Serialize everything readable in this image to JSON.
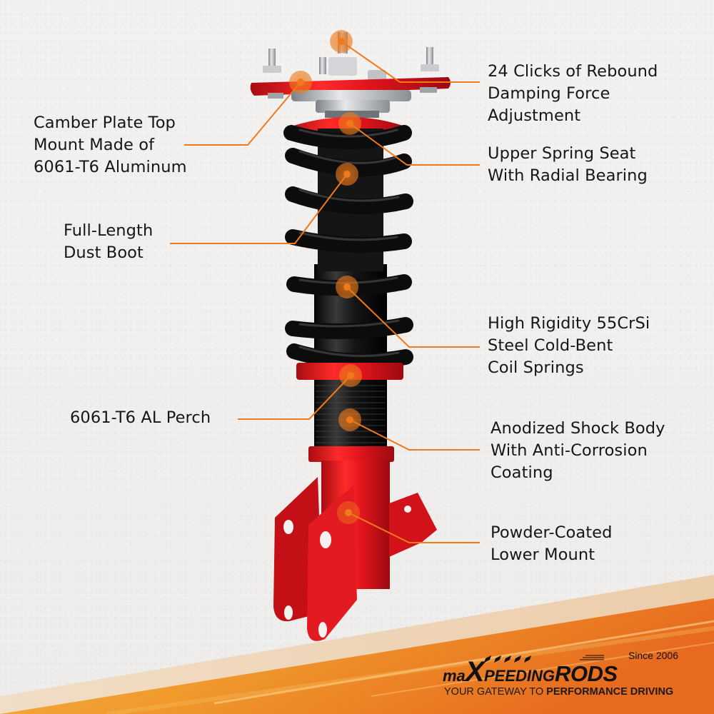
{
  "image": {
    "subject": "coilover suspension strut with labeled features",
    "background_color": "#f1f0ee",
    "accent_color": "#ee7a1c",
    "product_colors": {
      "red": "#e0141c",
      "black": "#111111",
      "silver": "#b9bbbf"
    }
  },
  "callouts": [
    {
      "id": "rebound",
      "lines": [
        "24 Clicks of Rebound",
        "Damping Force",
        "Adjustment"
      ]
    },
    {
      "id": "camber-plate",
      "lines": [
        "Camber Plate Top",
        "Mount Made of",
        "6061-T6 Aluminum"
      ]
    },
    {
      "id": "spring-seat",
      "lines": [
        "Upper Spring Seat",
        "With Radial Bearing"
      ]
    },
    {
      "id": "dust-boot",
      "lines": [
        "Full-Length",
        "Dust Boot"
      ]
    },
    {
      "id": "coil-springs",
      "lines": [
        "High Rigidity 55CrSi",
        "Steel Cold-Bent",
        "Coil Springs"
      ]
    },
    {
      "id": "perch",
      "lines": [
        "6061-T6 AL Perch"
      ]
    },
    {
      "id": "shock-body",
      "lines": [
        "Anodized Shock Body",
        "With Anti-Corrosion",
        "Coating"
      ]
    },
    {
      "id": "lower-mount",
      "lines": [
        "Powder-Coated",
        "Lower Mount"
      ]
    }
  ],
  "brand": {
    "since": "Since 2006",
    "name_prefix": "ma",
    "name_x": "X",
    "name_mid": "PEEDING",
    "name_suffix": "RODS",
    "tagline_light": "YOUR GATEWAY TO ",
    "tagline_bold": "PERFORMANCE DRIVING"
  }
}
